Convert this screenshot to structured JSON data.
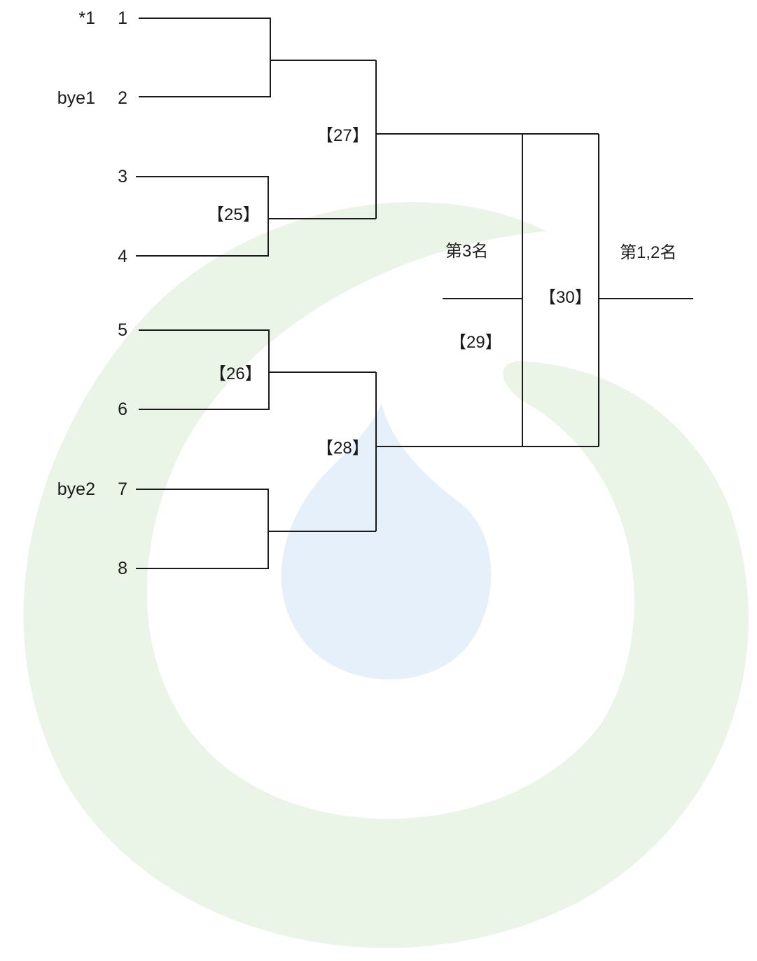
{
  "seeds": [
    "1",
    "2",
    "3",
    "4",
    "5",
    "6",
    "7",
    "8"
  ],
  "seed_notes": {
    "s1": "*1",
    "s2": "bye1",
    "s7": "bye2"
  },
  "matches": {
    "m25": "【25】",
    "m26": "【26】",
    "m27": "【27】",
    "m28": "【28】",
    "m29": "【29】",
    "m30": "【30】"
  },
  "places": {
    "third": "第3名",
    "first_second": "第1,2名"
  },
  "colors": {
    "line": "#1a1a1a",
    "watermark_ring": "#eaf5e8",
    "watermark_drop": "#e6f0fb"
  }
}
